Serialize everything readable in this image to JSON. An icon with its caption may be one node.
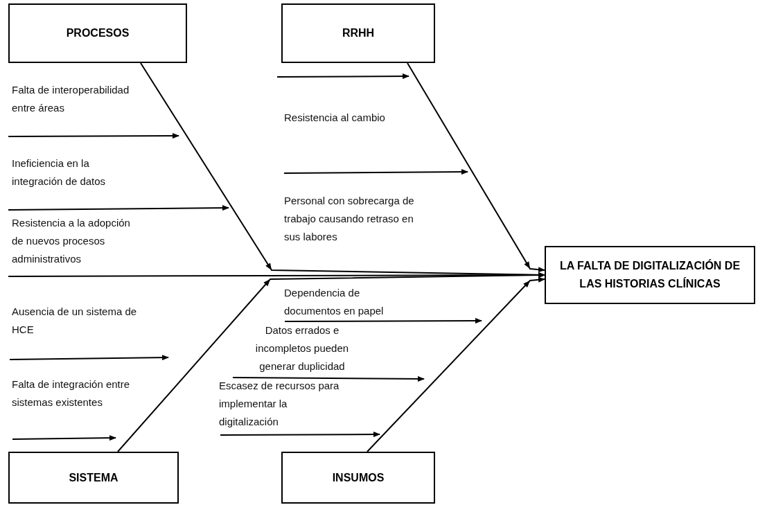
{
  "diagram": {
    "nodes": [
      {
        "text": [
          "PROCESOS"
        ]
      },
      {
        "text": [
          "RRHH"
        ]
      },
      {
        "text": [
          "LA FALTA DE DIGITALIZACIÓN DE LAS HISTORIAS CLÍNICAS"
        ]
      },
      {
        "text": [
          "SISTEMA"
        ]
      },
      {
        "text": [
          "INSUMOS"
        ]
      }
    ],
    "edges": [
      {
        "from": null,
        "to": 2,
        "arrow": "to"
      },
      {
        "from": 0,
        "to": 2,
        "arrow": "to"
      },
      {
        "from": 1,
        "to": 2,
        "arrow": "to"
      },
      {
        "from": 3,
        "to": 2,
        "arrow": "to"
      },
      {
        "from": 4,
        "to": 2,
        "arrow": "to"
      }
    ],
    "labels": [
      "Falta de interoperabilidad entre áreas",
      "Ineficiencia en la integración de datos",
      "Resistencia a la adopción de nuevos procesos administrativos",
      "Resistencia al cambio",
      "Personal con sobrecarga de trabajo causando retraso en sus labores",
      "Ausencia de un sistema de HCE",
      "Falta de integración entre sistemas existentes",
      "Dependencia de documentos en papel",
      "Datos errados e incompletos pueden generar duplicidad",
      "Escasez de recursos para implementar la digitalización"
    ]
  }
}
